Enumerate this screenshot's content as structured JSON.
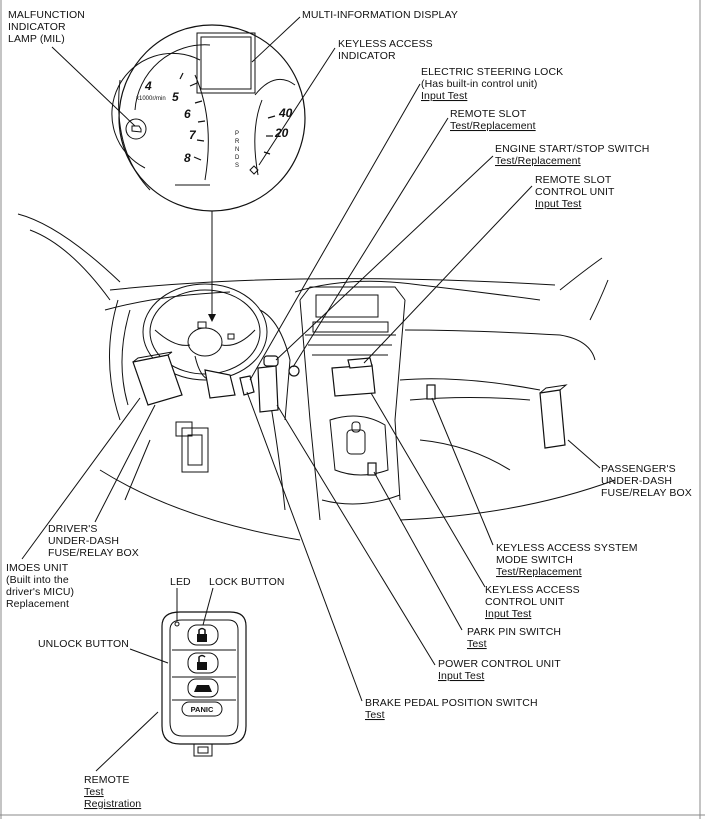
{
  "labels": {
    "mil": [
      "MALFUNCTION",
      "INDICATOR",
      "LAMP (MIL)"
    ],
    "mid": "MULTI-INFORMATION DISPLAY",
    "keyless_indicator": [
      "KEYLESS ACCESS",
      "INDICATOR"
    ],
    "steering_lock": [
      "ELECTRIC STEERING LOCK",
      "(Has built-in control unit)"
    ],
    "steering_lock_link": "Input Test",
    "remote_slot": "REMOTE SLOT",
    "remote_slot_link": "Test/Replacement",
    "start_stop": "ENGINE START/STOP SWITCH",
    "start_stop_link": "Test/Replacement",
    "slot_control": [
      "REMOTE SLOT",
      "CONTROL UNIT"
    ],
    "slot_control_link": "Input Test",
    "passenger_box": [
      "PASSENGER'S",
      "UNDER-DASH",
      "FUSE/RELAY BOX"
    ],
    "driver_box": [
      "DRIVER'S",
      "UNDER-DASH",
      "FUSE/RELAY BOX"
    ],
    "imoes": [
      "IMOES UNIT",
      "(Built into the",
      "driver's MICU)"
    ],
    "imoes_link": "Replacement",
    "mode_switch": [
      "KEYLESS ACCESS SYSTEM",
      "MODE SWITCH"
    ],
    "mode_switch_link": "Test/Replacement",
    "keyless_control": [
      "KEYLESS ACCESS",
      "CONTROL UNIT"
    ],
    "keyless_control_link": "Input Test",
    "park_pin": "PARK PIN SWITCH",
    "park_pin_link": "Test",
    "power_control": "POWER CONTROL UNIT",
    "power_control_link": "Input Test",
    "brake_switch": "BRAKE PEDAL POSITION SWITCH",
    "brake_switch_link": "Test",
    "led": "LED",
    "lock_button": "LOCK BUTTON",
    "unlock_button": "UNLOCK BUTTON",
    "remote": "REMOTE",
    "remote_link1": "Test",
    "remote_link2": "Registration"
  },
  "gauges": {
    "tach": [
      "4",
      "5",
      "6",
      "7",
      "8"
    ],
    "tach_unit": "x1000r/min",
    "speed": [
      "40",
      "20"
    ],
    "gear": [
      "P",
      "R",
      "N",
      "D",
      "S"
    ]
  },
  "fob": {
    "panic_label": "PANIC"
  }
}
